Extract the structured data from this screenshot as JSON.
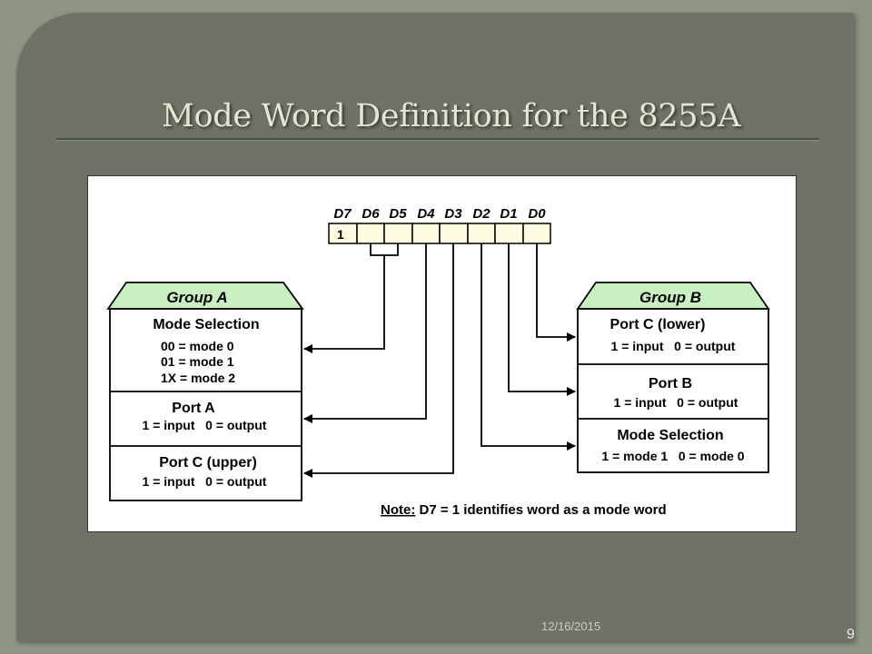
{
  "slide": {
    "title": "Mode Word Definition for the 8255A",
    "date": "12/16/2015",
    "page_number": "9"
  },
  "diagram": {
    "bit_labels": [
      "D7",
      "D6",
      "D5",
      "D4",
      "D3",
      "D2",
      "D1",
      "D0"
    ],
    "d7_value": "1",
    "group_a": {
      "header": "Group A",
      "mode_selection": {
        "title": "Mode Selection",
        "lines": [
          "00 = mode 0",
          "01 = mode 1",
          "1X = mode 2"
        ]
      },
      "port_a": {
        "title": "Port A",
        "line": "1 = input   0 = output"
      },
      "port_c_upper": {
        "title": "Port C (upper)",
        "line": "1 = input   0 = output"
      }
    },
    "group_b": {
      "header": "Group B",
      "port_c_lower": {
        "title": "Port C (lower)",
        "line": "1 = input   0 = output"
      },
      "port_b": {
        "title": "Port B",
        "line": "1 = input   0 = output"
      },
      "mode_selection": {
        "title": "Mode Selection",
        "line": "1 = mode 1   0 = mode 0"
      }
    },
    "note": {
      "label": "Note:",
      "text": " D7 = 1 identifies word as a mode word"
    },
    "colors": {
      "header_fill": "#c8f0c0",
      "line": "#000000"
    }
  }
}
